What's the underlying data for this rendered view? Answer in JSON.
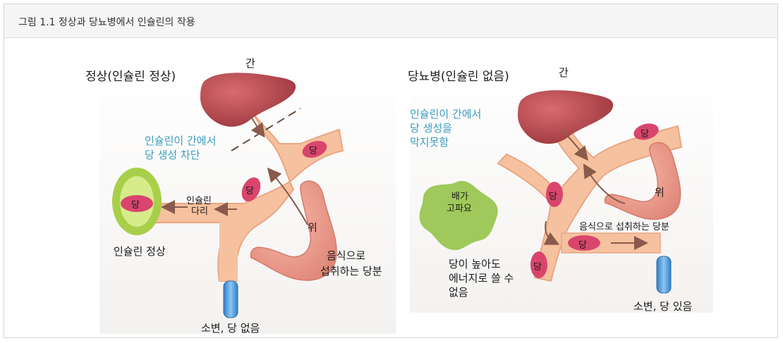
{
  "header": {
    "title": "그림 1.1 정상과 당뇨병에서 인슐린의 작용"
  },
  "left_panel": {
    "title": "정상(인슐린 정상)",
    "liver_label": "간",
    "blocked_text_line1": "인슐린이 간에서",
    "blocked_text_line2": "당 생성 차단",
    "insulin_bridge_line1": "인슐린",
    "insulin_bridge_line2": "다리",
    "sugar": "당",
    "stomach_label": "위",
    "food_sugar_line1": "음식으로",
    "food_sugar_line2": "섭취하는 당분",
    "cell_label": "인슐린 정상",
    "urine_label": "소변, 당 없음"
  },
  "right_panel": {
    "title": "당뇨병(인슐린 없음)",
    "liver_label": "간",
    "insulin_text_line1": "인슐린이 간에서",
    "insulin_text_line2": "당 생성을",
    "insulin_text_line3": "막지못함",
    "hungry_line1": "배가",
    "hungry_line2": "고파요",
    "sugar": "당",
    "stomach_label": "위",
    "food_sugar": "음식으로 섭취하는 당분",
    "high_sugar_line1": "당이 높아도",
    "high_sugar_line2": "에너지로 쓸 수",
    "high_sugar_line3": "없음",
    "urine_label": "소변, 당 있음"
  },
  "colors": {
    "vessel": "#f6c19e",
    "vessel_edge": "#e9a784",
    "liver": "#b94a4f",
    "stomach": "#ef9c8e",
    "sugar_badge": "#d9456d",
    "cell_outer": "#a8cf4a",
    "cell_inner": "#d6ec8a",
    "hungry_blob": "#9fc95a",
    "blue_text": "#3b9cbf",
    "arrow": "#8a5a4a"
  }
}
